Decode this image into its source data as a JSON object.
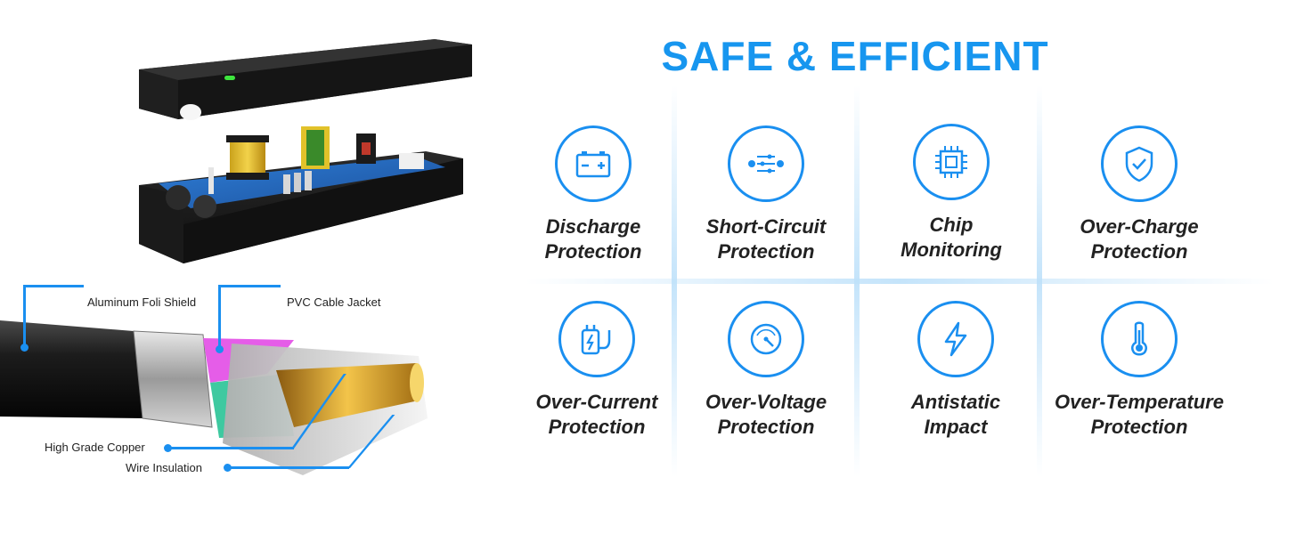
{
  "headline": "SAFE & EFFICIENT",
  "colors": {
    "accent": "#1a8ff0",
    "headline": "#1796ef",
    "text": "#222222"
  },
  "cable_callouts": [
    {
      "text": "Aluminum Foli Shield"
    },
    {
      "text": "PVC Cable Jacket"
    },
    {
      "text": "High Grade Copper"
    },
    {
      "text": "Wire Insulation"
    }
  ],
  "features": [
    {
      "icon": "battery-icon",
      "line1": "Discharge",
      "line2": "Protection"
    },
    {
      "icon": "circuit-switch-icon",
      "line1": "Short-Circuit",
      "line2": "Protection"
    },
    {
      "icon": "chip-icon",
      "line1": "Chip",
      "line2": "Monitoring"
    },
    {
      "icon": "shield-check-icon",
      "line1": "Over-Charge",
      "line2": "Protection"
    },
    {
      "icon": "charging-plug-icon",
      "line1": "Over-Current",
      "line2": "Protection"
    },
    {
      "icon": "gauge-icon",
      "line1": "Over-Voltage",
      "line2": "Protection"
    },
    {
      "icon": "lightning-icon",
      "line1": "Antistatic",
      "line2": "Impact"
    },
    {
      "icon": "thermometer-icon",
      "line1": "Over-Temperature",
      "line2": "Protection"
    }
  ]
}
